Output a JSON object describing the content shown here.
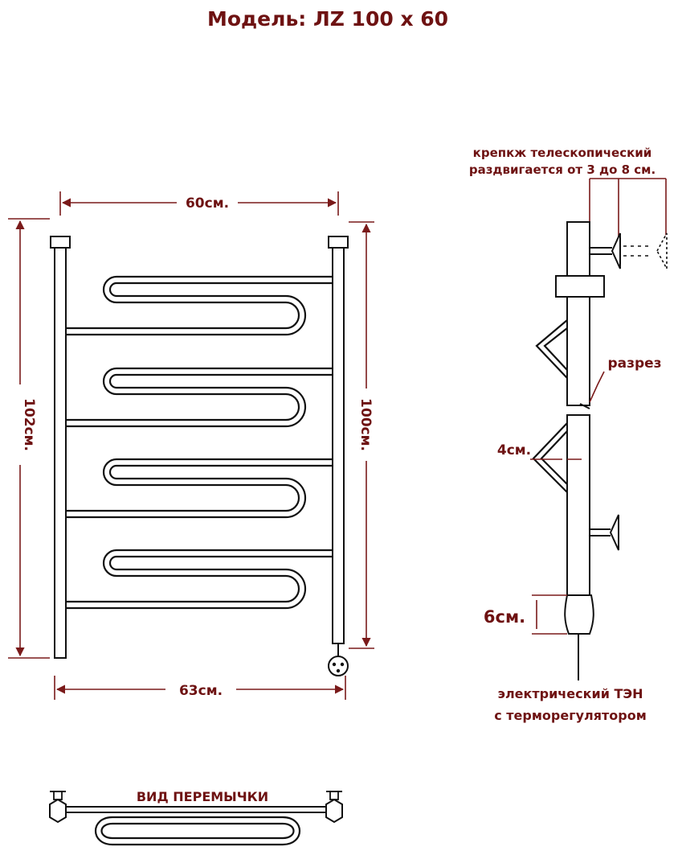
{
  "title": "Модель: ЛZ 100 х 60",
  "front_view": {
    "width_top": "60см.",
    "width_bottom": "63см.",
    "height_left": "102см.",
    "height_right": "100см."
  },
  "side_view": {
    "mount_label_line1": "крепкж телескопический",
    "mount_label_line2": "раздвигается от 3 до 8 см.",
    "section_label": "разрез",
    "offset_label": "4см.",
    "heater_gap_label": "6см.",
    "heater_label_line1": "электрический  ТЭН",
    "heater_label_line2": "с терморегулятором"
  },
  "bottom_view": {
    "label": "ВИД ПЕРЕМЫЧКИ"
  },
  "colors": {
    "label_text": "#6e1212",
    "drawing_lines": "#1a1a1a",
    "background": "#ffffff"
  }
}
